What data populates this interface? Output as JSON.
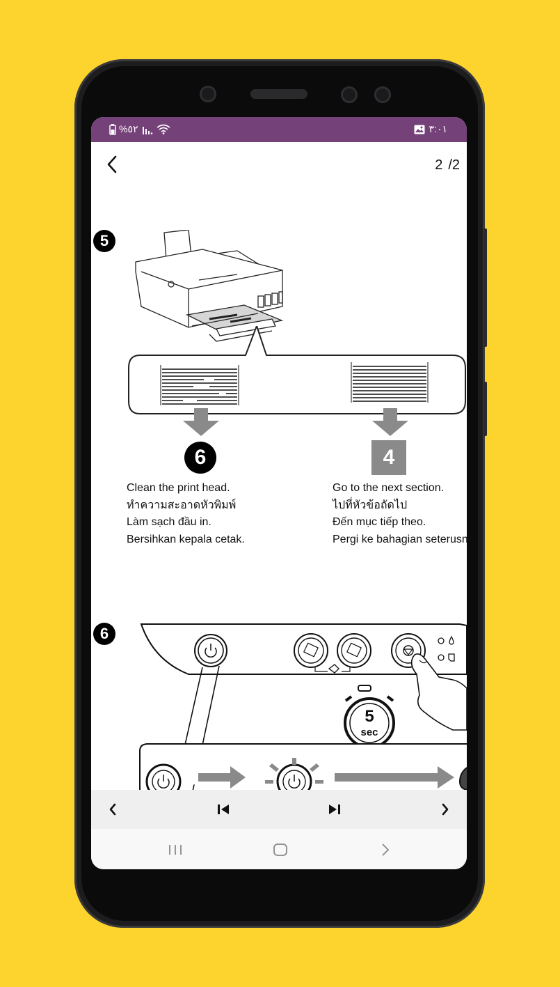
{
  "status_bar": {
    "battery_text": "%٥٢",
    "time": "٣:٠١",
    "icons": [
      "battery-icon",
      "signal-icon",
      "wifi-icon",
      "image-icon"
    ]
  },
  "header": {
    "back_icon": "chevron-left-icon",
    "current_page": "2",
    "total_pages": "/2"
  },
  "steps": {
    "step5_badge": "5",
    "step6_badge": "6",
    "result_left_badge": "6",
    "result_right_badge": "4",
    "timer_value": "5",
    "timer_unit": "sec",
    "clean_text": [
      "Clean the print head.",
      "ทำความสะอาดหัวพิมพ์",
      "Làm sạch đầu in.",
      "Bersihkan kepala cetak."
    ],
    "next_text": [
      "Go to the next section.",
      "ไปที่หัวข้อถัดไป",
      "Đến mục tiếp theo.",
      "Pergi ke bahagian seterusnya."
    ]
  },
  "bottom_nav": {
    "items": [
      "prev-page-icon",
      "first-page-icon",
      "last-page-icon",
      "next-page-icon"
    ]
  },
  "system_nav": {
    "items": [
      "recents-icon",
      "home-icon",
      "back-icon"
    ]
  },
  "colors": {
    "background": "#FDD42E",
    "status_bar": "#754179",
    "arrow_gray": "#8a8a8a"
  }
}
